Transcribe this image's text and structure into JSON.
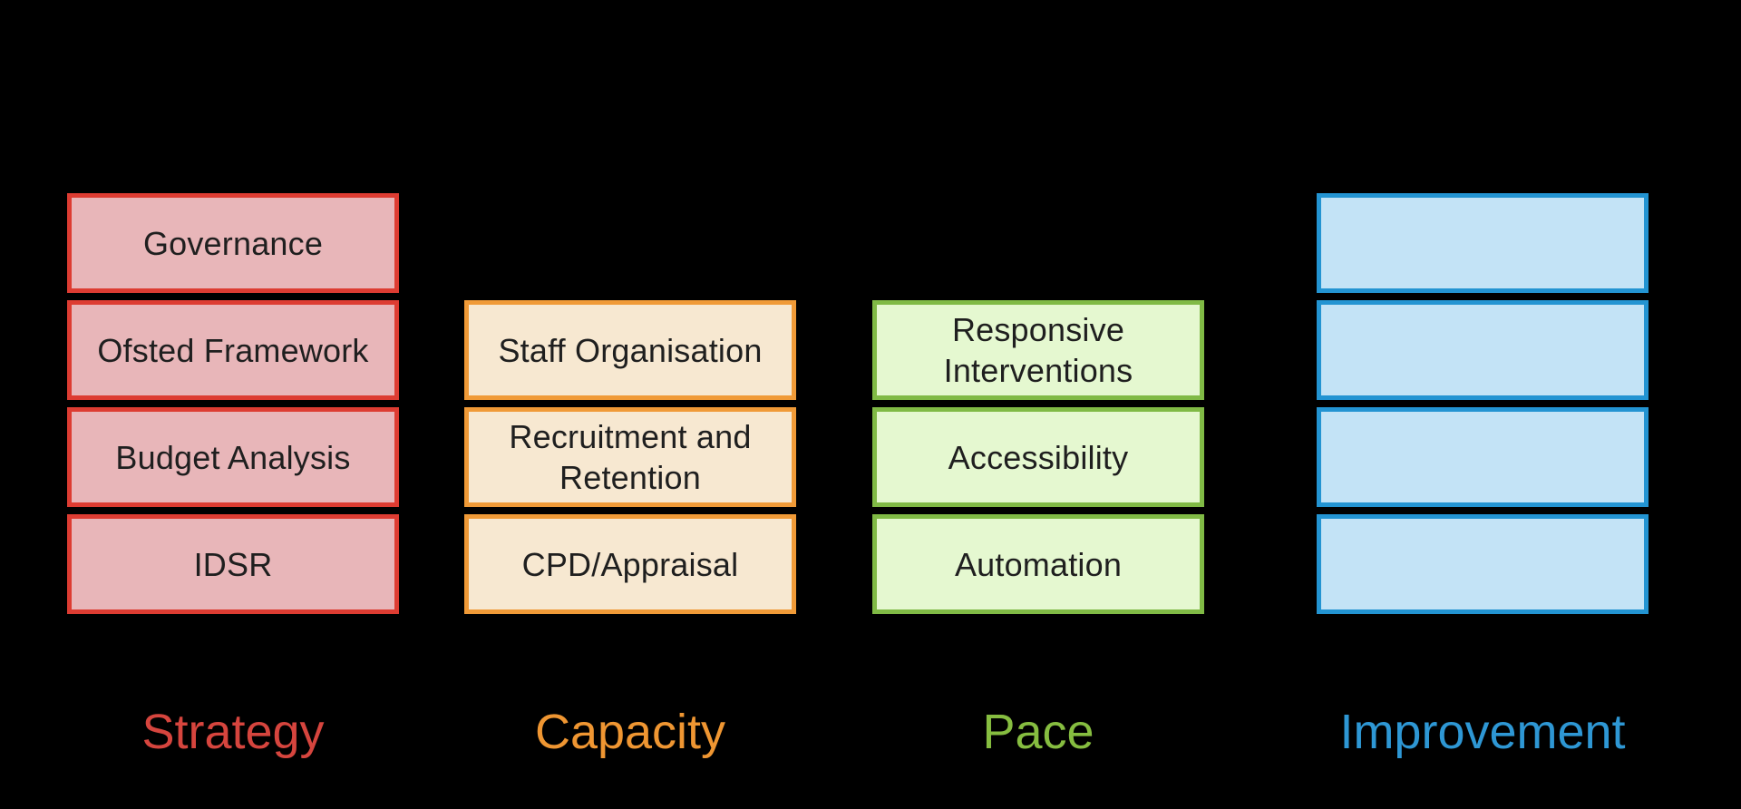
{
  "diagram": {
    "background": "#000000",
    "box_text_color": "#1f1f1f",
    "columns": [
      {
        "label": "Strategy",
        "colors": {
          "border": "#dd3c32",
          "fill": "#e8b6b9",
          "label": "#d6453e"
        },
        "boxes": [
          {
            "text": "Governance"
          },
          {
            "text": "Ofsted Framework"
          },
          {
            "text": "Budget Analysis"
          },
          {
            "text": "IDSR"
          }
        ]
      },
      {
        "label": "Capacity",
        "colors": {
          "border": "#f09a37",
          "fill": "#f7e8d1",
          "label": "#ef9632"
        },
        "boxes": [
          {
            "text": "Staff Organisation"
          },
          {
            "text": "Recruitment and Retention"
          },
          {
            "text": "CPD/Appraisal"
          }
        ]
      },
      {
        "label": "Pace",
        "colors": {
          "border": "#80ba45",
          "fill": "#e5f8d0",
          "label": "#86bd40"
        },
        "boxes": [
          {
            "text": "Responsive Interventions"
          },
          {
            "text": "Accessibility"
          },
          {
            "text": "Automation"
          }
        ]
      },
      {
        "label": "Improvement",
        "colors": {
          "border": "#2394d2",
          "fill": "#c3e3f6",
          "label": "#2e97d4"
        },
        "boxes": [
          {
            "text": ""
          },
          {
            "text": ""
          },
          {
            "text": ""
          },
          {
            "text": ""
          }
        ]
      }
    ]
  }
}
